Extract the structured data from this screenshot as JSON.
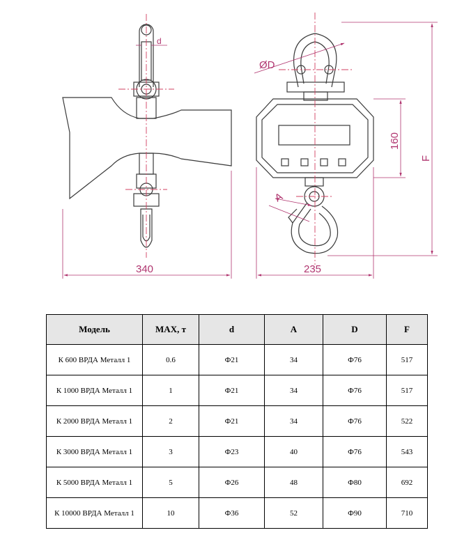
{
  "drawing": {
    "dimensions": {
      "width_front": "340",
      "width_side": "235",
      "display_height": "160",
      "total_height": "F",
      "hook_width": "A",
      "shackle_diameter": "ØD",
      "pin_diameter": "d"
    }
  },
  "table": {
    "headers": [
      "Модель",
      "MAX, т",
      "d",
      "A",
      "D",
      "F"
    ],
    "rows": [
      [
        "К 600 ВРДА Металл 1",
        "0.6",
        "Ф21",
        "34",
        "Ф76",
        "517"
      ],
      [
        "К 1000 ВРДА Металл 1",
        "1",
        "Ф21",
        "34",
        "Ф76",
        "517"
      ],
      [
        "К 2000 ВРДА Металл 1",
        "2",
        "Ф21",
        "34",
        "Ф76",
        "522"
      ],
      [
        "К 3000 ВРДА Металл 1",
        "3",
        "Ф23",
        "40",
        "Ф76",
        "543"
      ],
      [
        "К 5000 ВРДА Металл 1",
        "5",
        "Ф26",
        "48",
        "Ф80",
        "692"
      ],
      [
        "К 10000 ВРДА Металл 1",
        "10",
        "Ф36",
        "52",
        "Ф90",
        "710"
      ]
    ]
  },
  "colors": {
    "line": "#3a3a3a",
    "dimension": "#b0356f",
    "header_bg": "#e6e6e6"
  }
}
